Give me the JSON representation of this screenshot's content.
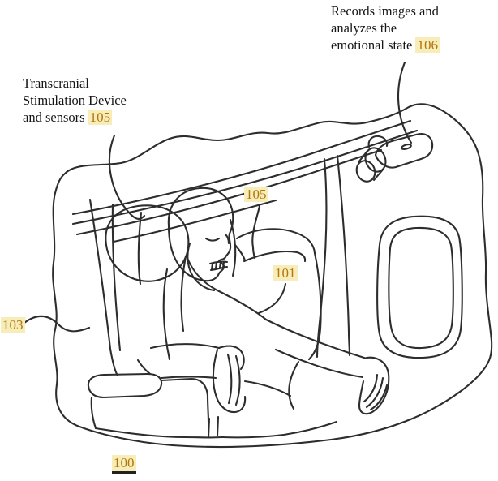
{
  "figure": {
    "callouts": {
      "camera": {
        "text": "Records images and\nanalyzes the\nemotional state",
        "ref": "106"
      },
      "device": {
        "text": "Transcranial\nStimulation Device\nand sensors",
        "ref": "105"
      },
      "pillow": {
        "ref": "105"
      },
      "passenger_seat": {
        "ref": "101"
      },
      "cabin": {
        "ref": "103"
      },
      "figure_number": {
        "ref": "100"
      }
    },
    "colors": {
      "line": "#2d2d2d",
      "reference_text": "#b5740e",
      "reference_highlight": "#f6edb9",
      "background": "#ffffff"
    }
  }
}
